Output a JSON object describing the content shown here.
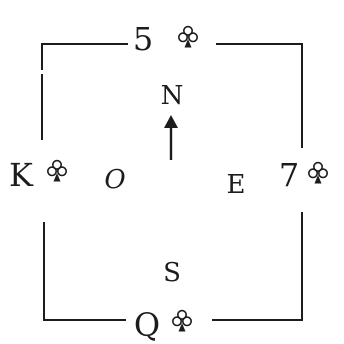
{
  "diagram": {
    "center": {
      "top_label": "N",
      "bottom_label": "S",
      "left_label": "O",
      "right_label": "E"
    },
    "cards": {
      "north": "5",
      "west": "K",
      "east": "7",
      "south": "Q"
    },
    "suit_icon": "club-icon",
    "colors": {
      "ink": "#1c1c1c",
      "background": "#ffffff"
    }
  }
}
